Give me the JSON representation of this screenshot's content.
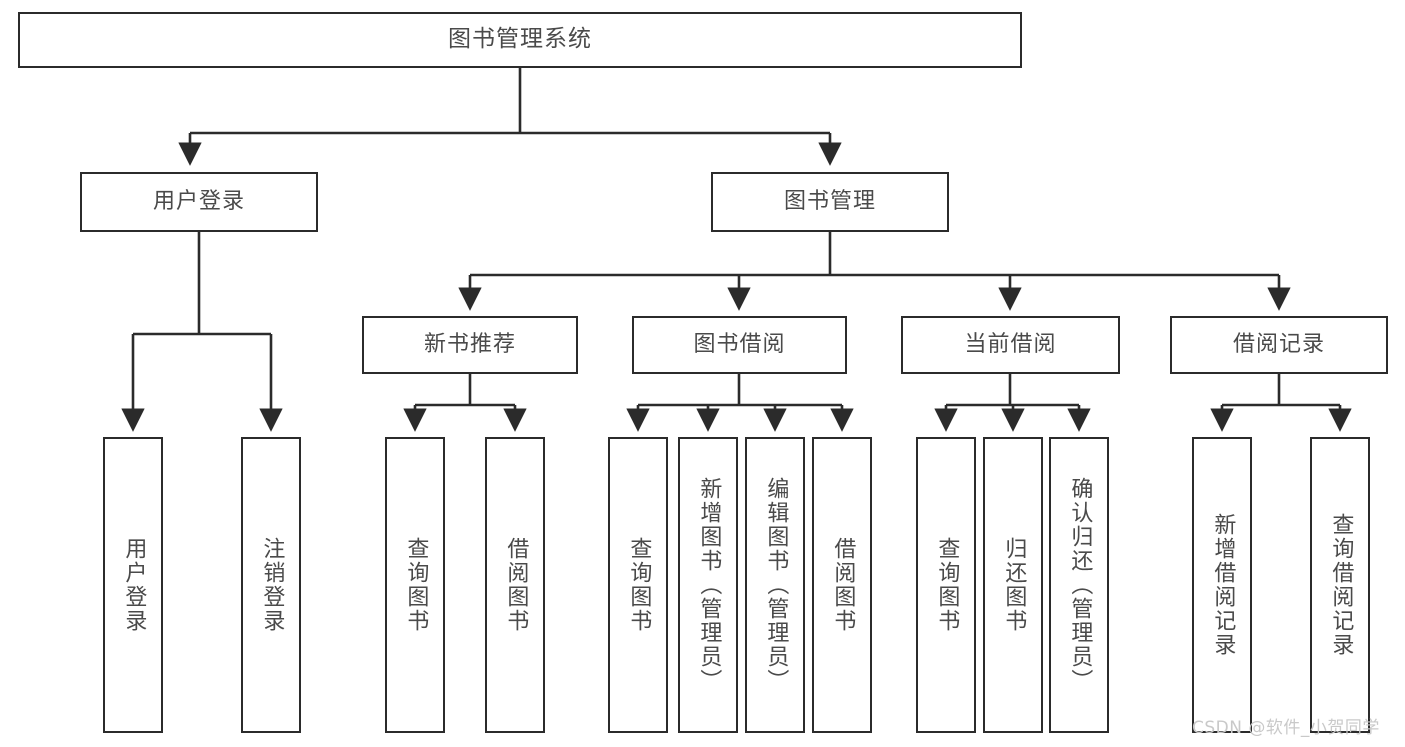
{
  "diagram": {
    "title": "图书管理系统",
    "type": "hierarchy-tree",
    "watermark": "CSDN @软件_小贺同学",
    "colors": {
      "stroke": "#2b2b2b",
      "text": "#4a4a4a",
      "background": "#ffffff",
      "watermark": "#c9c9c9"
    },
    "nodes": {
      "root": {
        "label": "图书管理系统"
      },
      "level2": [
        {
          "label": "用户登录"
        },
        {
          "label": "图书管理"
        }
      ],
      "level3": [
        {
          "label": "新书推荐"
        },
        {
          "label": "图书借阅"
        },
        {
          "label": "当前借阅"
        },
        {
          "label": "借阅记录"
        }
      ],
      "leaves": {
        "user_login": [
          {
            "label": "用户登录"
          },
          {
            "label": "注销登录"
          }
        ],
        "new_book_recommend": [
          {
            "label": "查询图书"
          },
          {
            "label": "借阅图书"
          }
        ],
        "book_borrow": [
          {
            "label": "查询图书"
          },
          {
            "label": "新增图书（管理员）"
          },
          {
            "label": "编辑图书（管理员）"
          },
          {
            "label": "借阅图书"
          }
        ],
        "current_borrow": [
          {
            "label": "查询图书"
          },
          {
            "label": "归还图书"
          },
          {
            "label": "确认归还（管理员）"
          }
        ],
        "borrow_record": [
          {
            "label": "新增借阅记录"
          },
          {
            "label": "查询借阅记录"
          }
        ]
      }
    }
  }
}
